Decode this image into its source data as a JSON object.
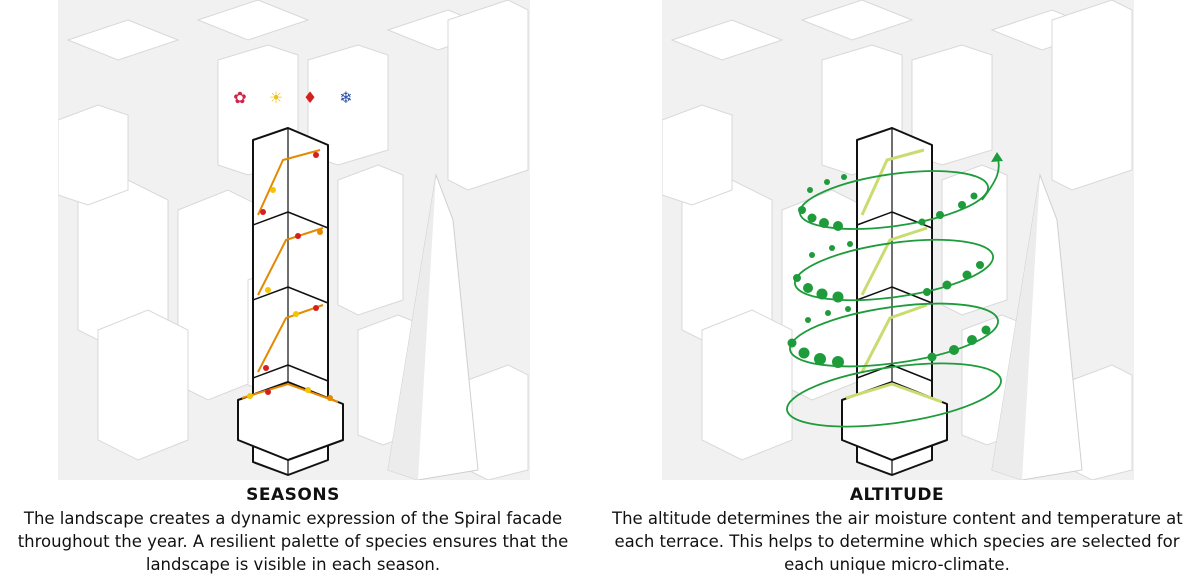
{
  "panels": [
    {
      "title": "SEASONS",
      "description_lines": [
        "The landscape creates a dynamic expression of the Spiral facade",
        "throughout the year. A resilient palette of species ensures that the",
        "landscape is visible in each season."
      ],
      "season_icons": [
        {
          "name": "flower-icon",
          "glyph": "✿",
          "color": "#d2234b"
        },
        {
          "name": "sun-icon",
          "glyph": "☀",
          "color": "#f0c020"
        },
        {
          "name": "leaf-icon",
          "glyph": "♦",
          "color": "#d42020"
        },
        {
          "name": "snowflake-icon",
          "glyph": "❄",
          "color": "#2c4fa8"
        }
      ],
      "accent_colors": [
        "#f5c400",
        "#e58a00",
        "#d42020"
      ]
    },
    {
      "title": "ALTITUDE",
      "description_lines": [
        "The altitude determines the air moisture content and temperature at",
        "each terrace. This helps to determine which species are selected for",
        "each unique micro-climate."
      ],
      "accent_colors": [
        "#1e9b3a",
        "#c9dc70"
      ]
    }
  ]
}
